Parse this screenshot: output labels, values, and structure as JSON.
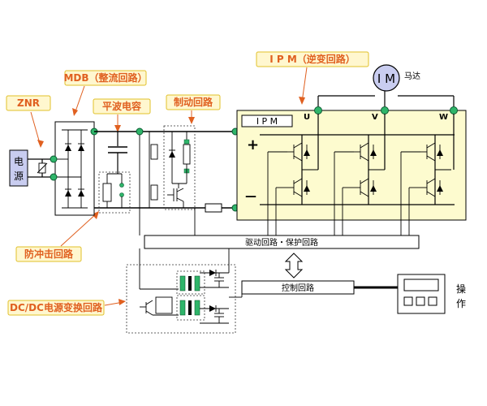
{
  "labels": {
    "znr": "ZNR",
    "mdb": "MDB（整流回路）",
    "smoothing": "平波电容",
    "brake": "制动回路",
    "ipm_callout": "I P M（逆变回路）",
    "inrush": "防冲击回路",
    "dcdc": "DC/DC电源变换回路"
  },
  "components": {
    "power_source": "电源",
    "motor_symbol": "I M",
    "motor_label": "马达",
    "ipm_module": "I P M",
    "phase_u": "U",
    "phase_v": "V",
    "phase_w": "W",
    "plus": "+",
    "minus": "—",
    "driver_protection": "驱动回路・保护回路",
    "control": "控制回路",
    "operation": "操作"
  },
  "colors": {
    "callout_fill": "#fff7cf",
    "callout_text": "#e06020",
    "node_green": "#2fb56a",
    "ipm_fill": "#fdfbcf",
    "motor_fill": "#c9cdf0"
  }
}
